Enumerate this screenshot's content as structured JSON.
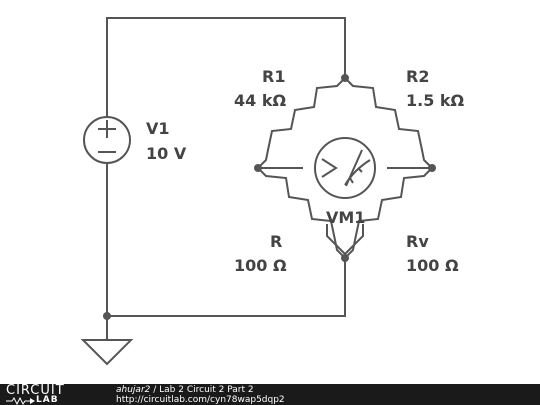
{
  "components": {
    "V1": {
      "name": "V1",
      "value": "10 V"
    },
    "R1": {
      "name": "R1",
      "value": "44 kΩ"
    },
    "R2": {
      "name": "R2",
      "value": "1.5 kΩ"
    },
    "R": {
      "name": "R",
      "value": "100 Ω"
    },
    "Rv": {
      "name": "Rv",
      "value": "100 Ω"
    },
    "VM1": {
      "name": "VM1"
    }
  },
  "footer": {
    "logo_top": "CIRCUIT",
    "logo_bottom": "LAB",
    "author": "ahujar2",
    "separator": " / ",
    "title": "Lab 2 Circuit 2 Part 2",
    "url": "http://circuitlab.com/cyn78wap5dqp2"
  },
  "colors": {
    "wire": "#555555",
    "footer_background": "#1a1a1a"
  }
}
